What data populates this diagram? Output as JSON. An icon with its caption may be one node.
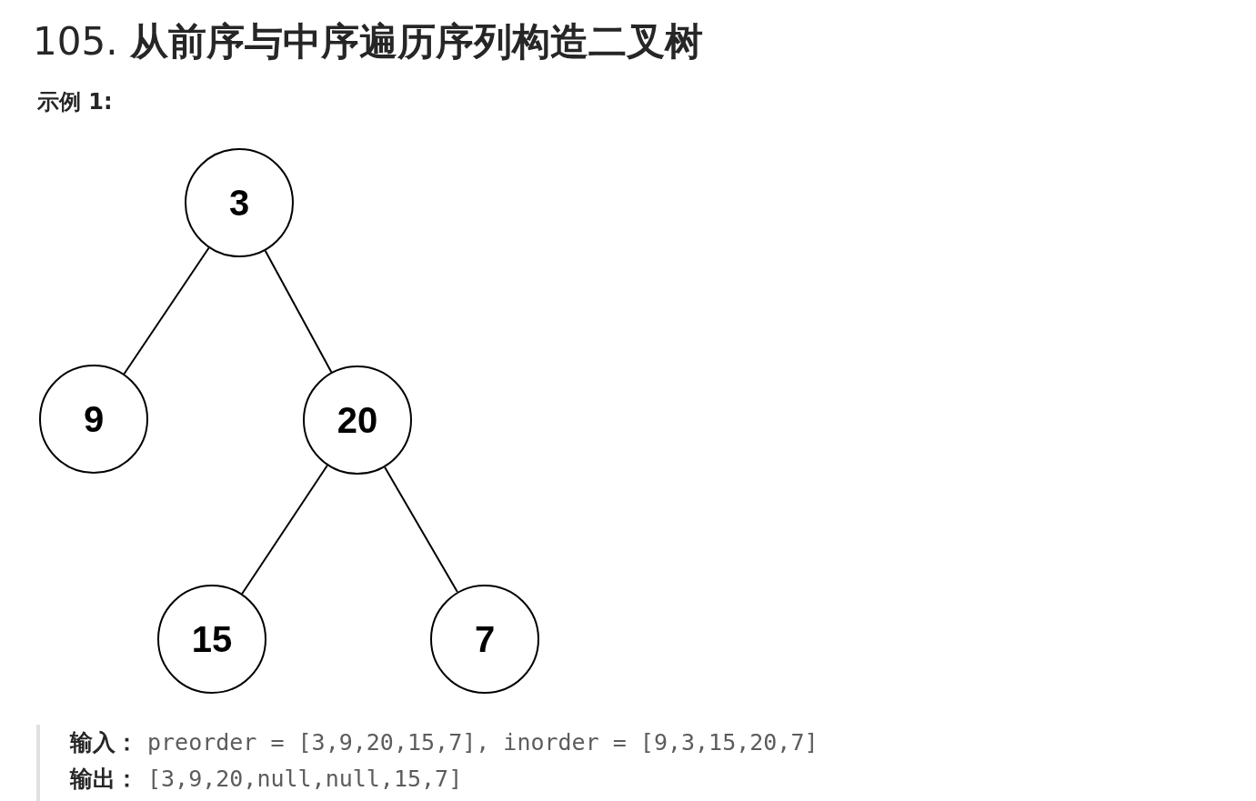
{
  "diagram": {
    "title": "105. **从前序与中序遍历序列构造二叉树**",
    "nodes": [
      {
        "text": [
          "3"
        ]
      },
      {
        "text": [
          "9"
        ]
      },
      {
        "text": [
          "20"
        ]
      },
      {
        "text": [
          "15"
        ]
      },
      {
        "text": [
          "7"
        ]
      }
    ],
    "edges": [
      {
        "from": 0,
        "to": 1,
        "arrow": "none"
      },
      {
        "from": 0,
        "to": 2,
        "arrow": "none"
      },
      {
        "from": 2,
        "to": 3,
        "arrow": "none"
      },
      {
        "from": 2,
        "to": 4,
        "arrow": "none"
      }
    ],
    "labels": [
      "示例 1:",
      "输入：",
      "preorder = [3,9,20,15,7], inorder = [9,3,15,20,7]",
      "输出：",
      "[3,9,20,null,null,15,7]"
    ]
  }
}
